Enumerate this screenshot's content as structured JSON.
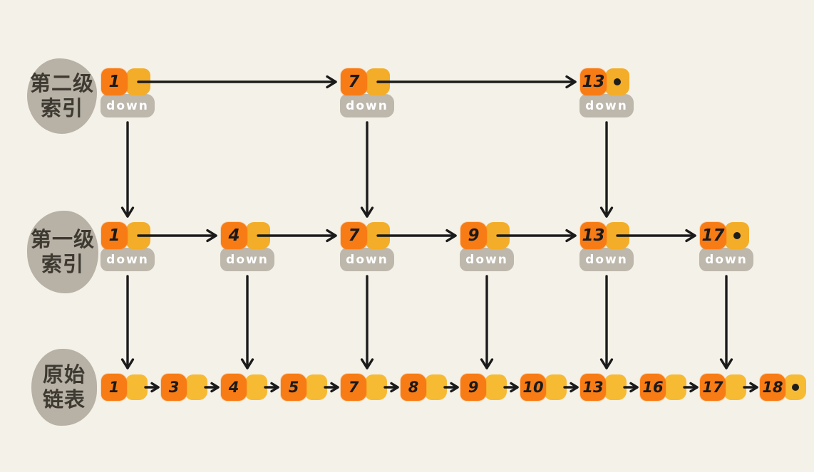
{
  "diagram": {
    "title_meaning": "skip list with two index levels over an original linked list",
    "down_label": "down",
    "null_marker": "•",
    "levels": [
      {
        "name": "second-level-index",
        "label_lines": [
          "第二级",
          "索引"
        ],
        "node_values": [
          "1",
          "7",
          "13"
        ],
        "has_down": true,
        "null_tail": true
      },
      {
        "name": "first-level-index",
        "label_lines": [
          "第一级",
          "索引"
        ],
        "node_values": [
          "1",
          "4",
          "7",
          "9",
          "13",
          "17"
        ],
        "has_down": true,
        "null_tail": true
      },
      {
        "name": "original-linked-list",
        "label_lines": [
          "原始",
          "链表"
        ],
        "node_values": [
          "1",
          "3",
          "4",
          "5",
          "7",
          "8",
          "9",
          "10",
          "13",
          "16",
          "17",
          "18"
        ],
        "has_down": false,
        "null_tail": true
      }
    ],
    "colors": {
      "background": "#f4f1e8",
      "value_cell": "#f87c15",
      "index_pointer_cell": "#f3ad28",
      "list_pointer_cell": "#f7ba33",
      "down_label_bg": "#bdb7ac",
      "down_label_text": "#ffffff",
      "label_blob_bg": "#b7b1a6",
      "label_blob_text": "#3e3a32",
      "arrow_stroke": "#1b1b1b",
      "value_text": "#1a1a1a"
    }
  }
}
